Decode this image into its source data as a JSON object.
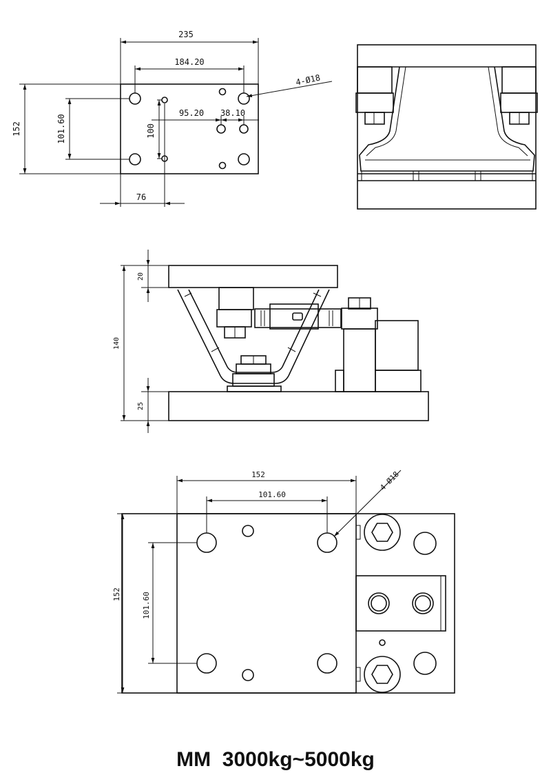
{
  "top_view": {
    "dim_overall_width": "235",
    "dim_hole_spacing": "184.20",
    "dim_height": "152",
    "dim_hole_vspacing": "101.60",
    "dim_spacing_a": "95.20",
    "dim_spacing_b": "38.10",
    "dim_vertical_100": "100",
    "dim_offset_76": "76",
    "hole_callout": "4-Ø18"
  },
  "side_view": {
    "dim_top_plate": "20",
    "dim_total_height": "140",
    "dim_base_plate": "25"
  },
  "plan_view": {
    "dim_width": "152",
    "dim_hole_spacing": "101.60",
    "dim_height": "152",
    "dim_hole_vspacing": "101.60",
    "hole_callout": "4-Ø18"
  },
  "caption": "MM  3000kg~5000kg"
}
